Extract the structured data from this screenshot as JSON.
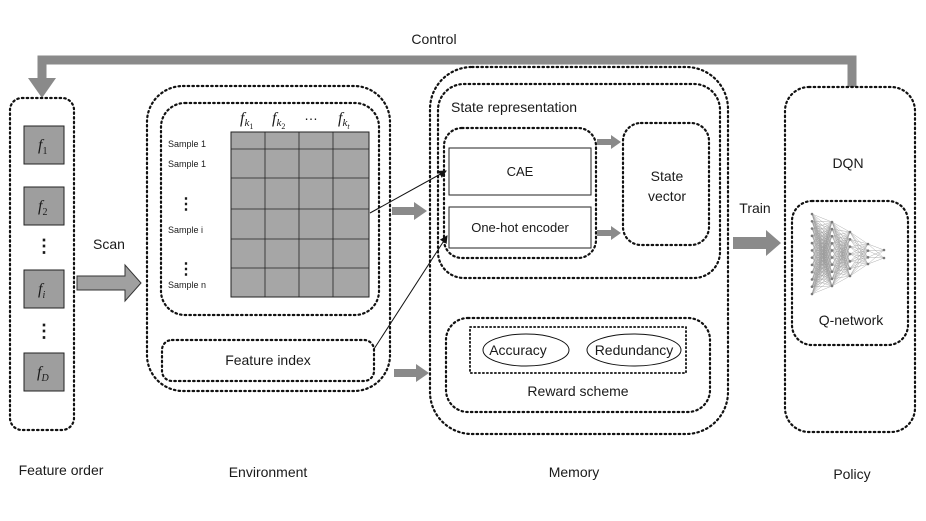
{
  "control_label": "Control",
  "scan_label": "Scan",
  "train_label": "Train",
  "feature_order": {
    "label": "Feature order",
    "items": [
      {
        "base": "f",
        "sub": "1"
      },
      {
        "base": "f",
        "sub": "2"
      },
      {
        "base": "f",
        "sub": "i"
      },
      {
        "base": "f",
        "sub": "D"
      }
    ],
    "ellipsis": "⋮"
  },
  "environment": {
    "label": "Environment",
    "column_headers": [
      {
        "base": "f",
        "sub": "k",
        "subsub": "1"
      },
      {
        "base": "f",
        "sub": "k",
        "subsub": "2"
      },
      {
        "text": "…"
      },
      {
        "base": "f",
        "sub": "k",
        "subsub": "t"
      }
    ],
    "sample_rows": [
      "Sample 1",
      "Sample 1",
      "Sample i",
      "Sample n"
    ],
    "ellipsis": "⋮",
    "feature_index_label": "Feature index"
  },
  "memory": {
    "label": "Memory",
    "state_representation_label": "State representation",
    "cae_label": "CAE",
    "onehot_label": "One-hot encoder",
    "state_vector_label": [
      "State",
      "vector"
    ],
    "accuracy_label": "Accuracy",
    "redundancy_label": "Redundancy",
    "reward_scheme_label": "Reward scheme"
  },
  "policy": {
    "label": "Policy",
    "dqn_label": "DQN",
    "qnetwork_label": "Q-network"
  }
}
